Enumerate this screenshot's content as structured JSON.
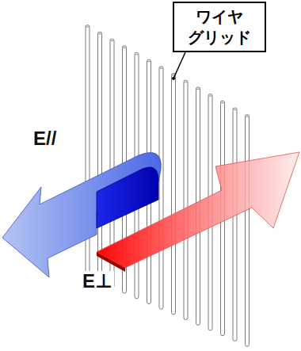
{
  "diagram": {
    "nodes": [
      {
        "text": [
          "ワイヤ グリッド"
        ]
      }
    ],
    "labels": [
      "E//",
      "E⊥"
    ]
  }
}
